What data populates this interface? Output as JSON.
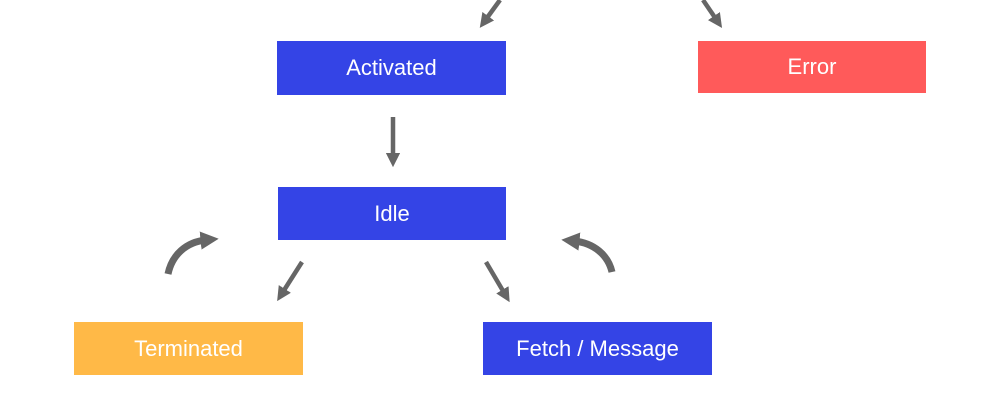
{
  "states": {
    "activated": {
      "label": "Activated",
      "color": "#3444e6"
    },
    "error": {
      "label": "Error",
      "color": "#ff5a5a"
    },
    "idle": {
      "label": "Idle",
      "color": "#3444e6"
    },
    "terminated": {
      "label": "Terminated",
      "color": "#ffb947"
    },
    "fetch": {
      "label": "Fetch / Message",
      "color": "#3444e6"
    }
  },
  "arrow_color": "#666666"
}
